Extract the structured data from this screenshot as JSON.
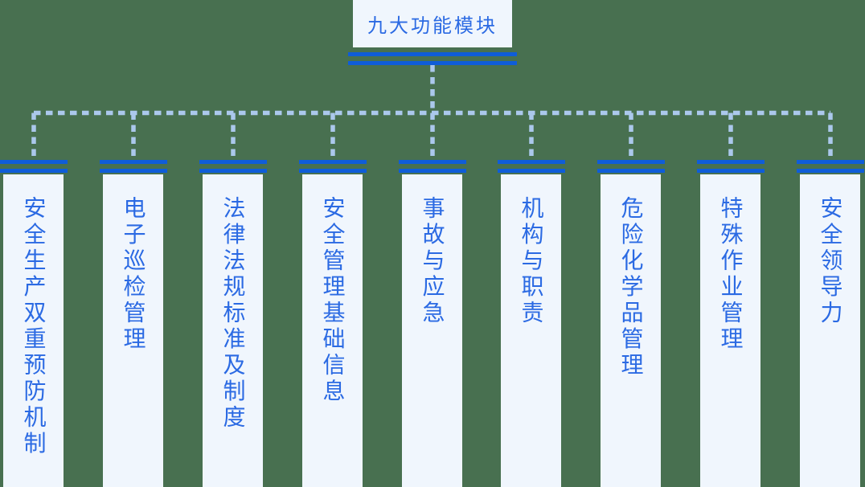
{
  "diagram": {
    "root": {
      "label": "九大功能模块"
    },
    "modules": [
      {
        "label": "安全生产双重预防机制"
      },
      {
        "label": "电子巡检管理"
      },
      {
        "label": "法律法规标准及制度"
      },
      {
        "label": "安全管理基础信息"
      },
      {
        "label": "事故与应急"
      },
      {
        "label": "机构与职责"
      },
      {
        "label": "危险化学品管理"
      },
      {
        "label": "特殊作业管理"
      },
      {
        "label": "安全领导力"
      }
    ],
    "colors": {
      "page_background": "#487050",
      "node_background": "#f0f6fd",
      "solid_rule_blue": "#0f5dd8",
      "dashed_connector_blue": "#abc8ec",
      "label_text_blue": "#2b6ae3"
    }
  }
}
